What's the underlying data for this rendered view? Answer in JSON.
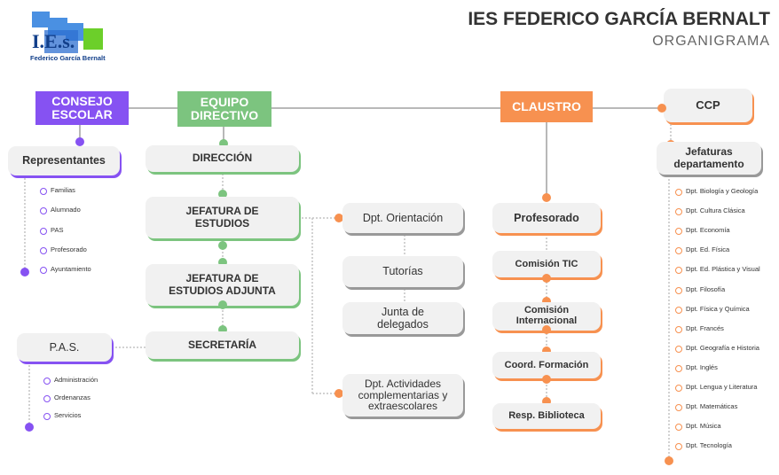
{
  "header": {
    "title": "IES FEDERICO GARCÍA BERNALT",
    "subtitle": "ORGANIGRAMA"
  },
  "logo": {
    "mark": "I.E.s.",
    "caption": "Federico García Bernalt"
  },
  "colors": {
    "purple": "#8652f2",
    "green": "#7cc47f",
    "orange": "#f79150",
    "line": "#b8b8b8"
  },
  "top": {
    "consejo": "CONSEJO ESCOLAR",
    "equipo": "EQUIPO DIRECTIVO",
    "claustro": "CLAUSTRO",
    "ccp": "CCP"
  },
  "consejo": {
    "representantes": "Representantes",
    "items": [
      "Familias",
      "Alumnado",
      "PAS",
      "Profesorado",
      "Ayuntamiento"
    ]
  },
  "equipo": {
    "direccion": "DIRECCIÓN",
    "jefatura": "JEFATURA DE ESTUDIOS",
    "jefatura_adjunta": "JEFATURA DE ESTUDIOS ADJUNTA",
    "secretaria": "SECRETARÍA"
  },
  "pas": {
    "label": "P.A.S.",
    "items": [
      "Administración",
      "Ordenanzas",
      "Servicios"
    ]
  },
  "orientacion": {
    "dpt": "Dpt. Orientación",
    "tutorias": "Tutorías",
    "junta": "Junta de delegados",
    "actividades": "Dpt. Actividades complementarias y extraescolares"
  },
  "claustro": {
    "profesorado": "Profesorado",
    "comision_tic": "Comisión TIC",
    "comision_int": "Comisión Internacional",
    "coord": "Coord. Formación",
    "biblioteca": "Resp. Biblioteca"
  },
  "ccp": {
    "jefaturas": "Jefaturas departamento",
    "items": [
      "Dpt. Biología y Geología",
      "Dpt. Cultura Clásica",
      "Dpt. Economía",
      "Dpt. Ed. Física",
      "Dpt. Ed. Plástica y Visual",
      "Dpt. Filosofía",
      "Dpt. Física y Química",
      "Dpt. Francés",
      "Dpt. Geografía e Historia",
      "Dpt. Inglés",
      "Dpt. Lengua y Literatura",
      "Dpt. Matemáticas",
      "Dpt. Música",
      "Dpt. Tecnología"
    ]
  }
}
